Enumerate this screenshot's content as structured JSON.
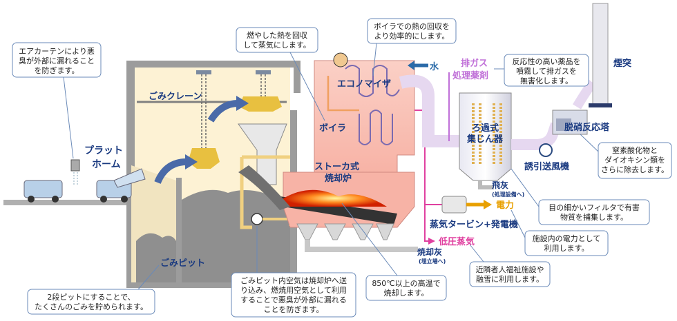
{
  "labels": {
    "platform": [
      "プラット",
      "ホーム"
    ],
    "crane": "ごみクレーン",
    "pit": "ごみピット",
    "boiler": "ボイラ",
    "economizer": "エコノマイザ",
    "water": "水",
    "stoker": [
      "ストーカ式",
      "焼却炉"
    ],
    "exhaust_agent": [
      "排ガス",
      "処理薬剤"
    ],
    "dust_collector": [
      "ろ過式",
      "集じん器"
    ],
    "fan": "誘引送風機",
    "denitration": "脱硝反応塔",
    "chimney": "煙突",
    "fly_ash": "飛灰",
    "fly_ash_sub": "(処理設備へ)",
    "power": "電力",
    "turbine": "蒸気タービン+発電機",
    "low_steam": "低圧蒸気",
    "bottom_ash": "焼却灰",
    "bottom_ash_sub": "(埋立場へ)"
  },
  "notes": {
    "air_curtain": [
      "エアカーテンにより悪",
      "臭が外部に漏れること",
      "を防ぎます。"
    ],
    "heat_recovery": [
      "燃やした熱を回収",
      "して蒸気にします。"
    ],
    "boiler_efficiency": [
      "ボイラでの熱の回収を",
      "より効率的にします。"
    ],
    "chemicals": [
      "反応性の高い薬品を",
      "噴霧して排ガスを",
      "無害化します。"
    ],
    "nox": [
      "窒素酸化物と",
      "ダイオキシン類を",
      "さらに除去します。"
    ],
    "filter": [
      "目の細かいフィルタで有害",
      "物質を捕集します。"
    ],
    "electricity": [
      "施設内の電力として",
      "利用します。"
    ],
    "welfare": [
      "近隣者人福祉施設や",
      "融雪に利用します。"
    ],
    "high_temp": [
      "850℃以上の高温で",
      "焼却します。"
    ],
    "pit_air": [
      "ごみピット内空気は焼却炉へ送",
      "り込み、燃焼用空気として利用",
      "することで悪臭が外部に漏れる",
      "ことを防ぎます。"
    ],
    "two_stage_pit": [
      "2段ピットにすることで、",
      "たくさんのごみを貯められます。"
    ]
  },
  "colors": {
    "boiler": "#f9c7bf",
    "building": "#fdf2d4",
    "wall": "#a0a0a0",
    "accent_purple": "#c070d8",
    "accent_pink": "#e040a0",
    "power": "#e8a000",
    "label_blue": "#1a3a80",
    "note_border": "#6a8ab8"
  }
}
